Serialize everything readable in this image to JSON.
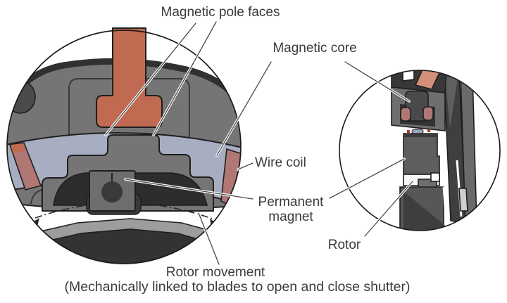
{
  "figure": {
    "labels": {
      "pole_faces": "Magnetic pole faces",
      "magnetic_core": "Magnetic core",
      "wire_coil": "Wire coil",
      "permanent_magnet_line1": "Permanent",
      "permanent_magnet_line2": "magnet",
      "rotor": "Rotor",
      "rotor_movement": "Rotor movement",
      "rotor_movement_note": "(Mechanically linked to blades to open and close shutter)"
    },
    "palette": {
      "outline": "#1f1f1f",
      "body_gray": "#757575",
      "body_dark": "#333333",
      "pocket_dark": "#2d2d2d",
      "core_blue": "#a7aec1",
      "coil_salmon": "#bf6a51",
      "coil_rose": "#b07774",
      "salmon_light": "#d38f79",
      "metal_mid": "#6a6a6a",
      "metal_light": "#9d9d9d",
      "magnet_gray": "#5e5e5e",
      "label_text": "#3b3b3b",
      "leader_line": "#4a4a4a",
      "background": "#ffffff"
    }
  }
}
